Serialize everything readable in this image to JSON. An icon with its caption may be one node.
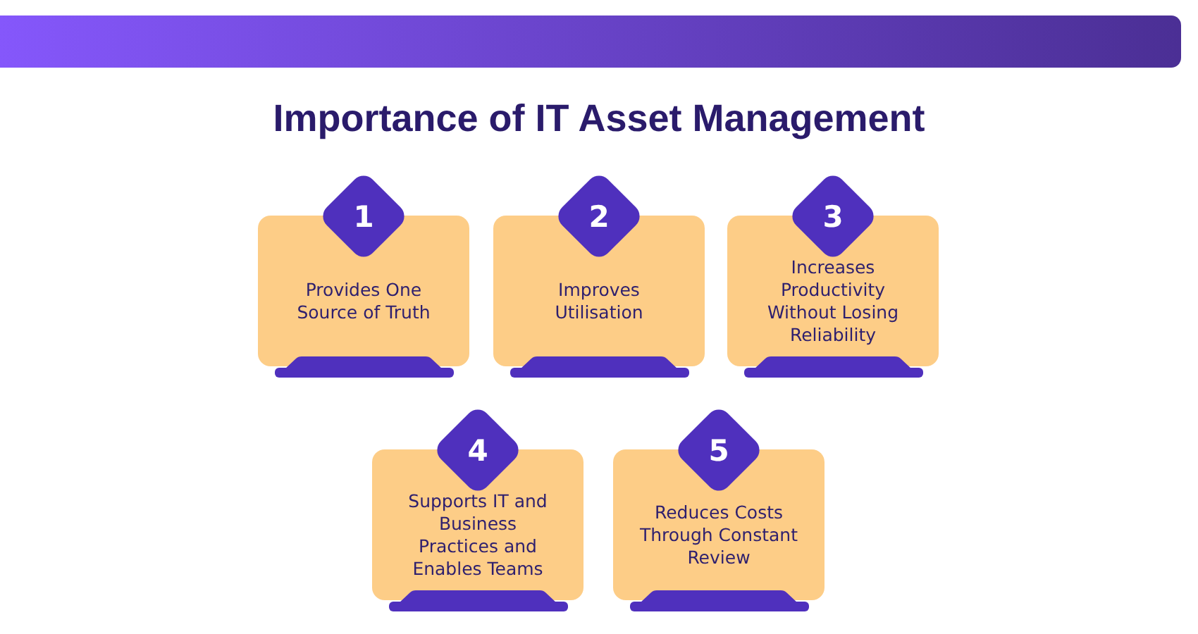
{
  "diagram": {
    "title": "Importance of IT Asset Management",
    "nodes": [
      {
        "text": [
          "1",
          "Provides One Source of Truth"
        ]
      },
      {
        "text": [
          "2",
          "Improves Utilisation"
        ]
      },
      {
        "text": [
          "3",
          "Increases Productivity Without Losing Reliability"
        ]
      },
      {
        "text": [
          "4",
          "Supports IT and Business Practices and Enables Teams"
        ]
      },
      {
        "text": [
          "5",
          "Reduces Costs Through Constant Review"
        ]
      }
    ]
  }
}
